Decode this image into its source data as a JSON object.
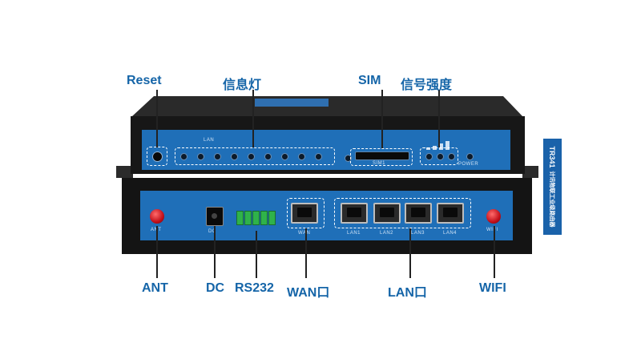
{
  "callouts": {
    "reset": "Reset",
    "indicator_lights": "信息灯",
    "sim": "SIM",
    "signal_strength": "信号强度",
    "ant": "ANT",
    "dc": "DC",
    "rs232": "RS232",
    "wan": "WAN口",
    "lan": "LAN口",
    "wifi": "WIFI"
  },
  "panel_labels": {
    "lan_group": "LAN",
    "sim_slot": "SIM1",
    "power": "POWER",
    "ant_port": "ANT",
    "dc_port": "DC",
    "wan_port": "WAN",
    "lan1": "LAN1",
    "lan2": "LAN2",
    "lan3": "LAN3",
    "lan4": "LAN4",
    "wifi_port": "WIFI"
  },
  "side_tag": {
    "model": "TR341",
    "name": "计讯物联工业级路由器"
  },
  "colors": {
    "device_blue": "#1f6fb8",
    "callout_blue": "#1565a8",
    "chassis": "#1c1c1c"
  }
}
